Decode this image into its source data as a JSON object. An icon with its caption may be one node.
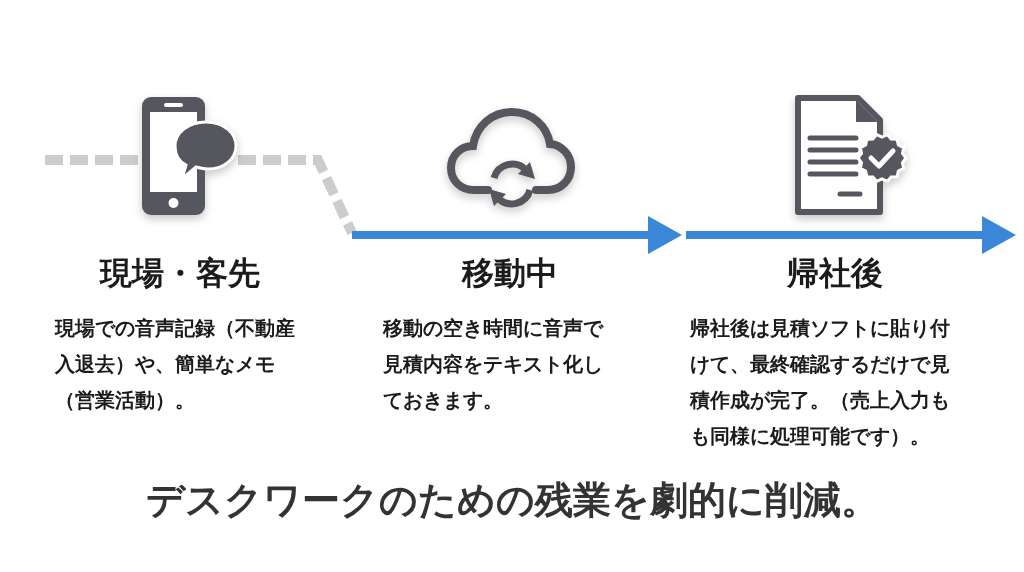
{
  "diagram": {
    "caption": "デスクワークのための残業を劇的に削減。",
    "nodes": [
      {
        "text": [
          "現場・客先",
          "現場での音声記録（不動産入退去）や、簡単なメモ（営業活動）。"
        ]
      },
      {
        "text": [
          "移動中",
          "移動の空き時間に音声で見積内容をテキスト化しておきます。"
        ]
      },
      {
        "text": [
          "帰社後",
          "帰社後は見積ソフトに貼り付けて、最終確認するだけで見積作成が完了。（売上入力もも同様に処理可能です）。"
        ]
      }
    ],
    "edges": [
      {
        "from": null,
        "to": 0,
        "arrow": "none",
        "style": "dashed",
        "color": "#cccccc"
      },
      {
        "from": 0,
        "to": 1,
        "arrow": "none",
        "style": "dashed",
        "color": "#cccccc"
      },
      {
        "from": 1,
        "to": 2,
        "arrow": "to",
        "color": "#3a87d8"
      },
      {
        "from": 2,
        "to": null,
        "arrow": "to",
        "color": "#3a87d8"
      }
    ]
  }
}
